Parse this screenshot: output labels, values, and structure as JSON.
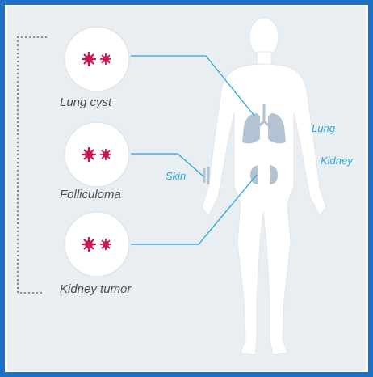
{
  "conditions": [
    {
      "label": "Lung cyst"
    },
    {
      "label": "Folliculoma"
    },
    {
      "label": "Kidney tumor"
    }
  ],
  "organs": {
    "lung": "Lung",
    "skin": "Skin",
    "kidney": "Kidney"
  },
  "icons": {
    "condition": "red-star-cells-icon"
  },
  "colors": {
    "frame": "#1f6fc2",
    "panel": "#e9eef3",
    "connector": "#2aa8d8",
    "star": "#c8184f",
    "body": "#ffffff",
    "organ": "#b3c3d3"
  }
}
